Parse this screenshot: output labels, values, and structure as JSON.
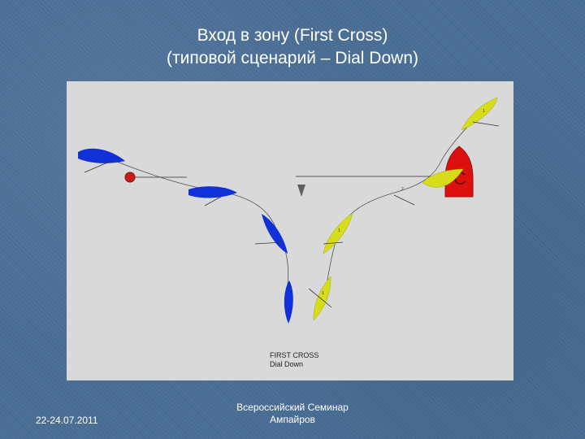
{
  "slide": {
    "title_line1": "Вход в зону (First Cross)",
    "title_line2": "(типовой сценарий – Dial Down)"
  },
  "diagram": {
    "caption_line1": "FIRST CROSS",
    "caption_line2": "Dial Down",
    "committee_boat_label": "C",
    "yellow_boat_numbers": [
      "1",
      "2",
      "1",
      "1"
    ]
  },
  "footer": {
    "date": "22-24.07.2011",
    "center_line1": "Всероссийский Семинар",
    "center_line2": "Ампайров"
  },
  "colors": {
    "blue_boat": "#1030d8",
    "yellow_boat": "#d6dc1a",
    "committee_boat": "#dd1010",
    "pin_buoy": "#cc1a1a",
    "marker": "#606060"
  }
}
